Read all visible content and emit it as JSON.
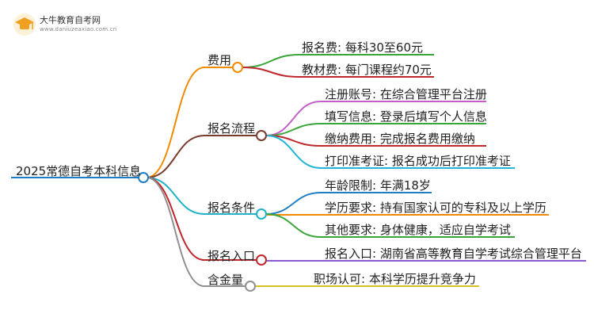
{
  "watermark": {
    "site_name": "大牛教育自考网",
    "site_url": "www.daniuzeaxiao.com.cn",
    "logo_icon": "graduation-cap-icon",
    "logo_color": "#f0a020"
  },
  "root": {
    "label": "2025常德自考本科信息",
    "color": "#1f7ec2"
  },
  "branches": [
    {
      "id": "fee",
      "label": "费用",
      "color": "#f08a00",
      "items": [
        {
          "label": "报名费: 每科30至60元",
          "color": "#3aa53a"
        },
        {
          "label": "教材费: 每门课程约70元",
          "color": "#c0272d"
        }
      ]
    },
    {
      "id": "process",
      "label": "报名流程",
      "color": "#7a3b2e",
      "items": [
        {
          "label": "注册账号: 在综合管理平台注册",
          "color": "#c060c8"
        },
        {
          "label": "填写信息: 登录后填写个人信息",
          "color": "#3aa53a"
        },
        {
          "label": "缴纳费用: 完成报名费用缴纳",
          "color": "#c0272d"
        },
        {
          "label": "打印准考证: 报名成功后打印准考证",
          "color": "#22b5d6"
        }
      ]
    },
    {
      "id": "conditions",
      "label": "报名条件",
      "color": "#1fb2c8",
      "items": [
        {
          "label": "年龄限制: 年满18岁",
          "color": "#1f7ec2"
        },
        {
          "label": "学历要求: 持有国家认可的专科及以上学历",
          "color": "#f08a00"
        },
        {
          "label": "其他要求: 身体健康，适应自学考试",
          "color": "#3aa53a"
        }
      ]
    },
    {
      "id": "entry",
      "label": "报名入口",
      "color": "#c0272d",
      "items": [
        {
          "label": "报名入口: 湖南省高等教育自学考试综合管理平台",
          "color": "#8a5ad0"
        }
      ]
    },
    {
      "id": "value",
      "label": "含金量",
      "color": "#909090",
      "items": [
        {
          "label": "职场认可: 本科学历提升竞争力",
          "color": "#d4c020"
        }
      ]
    }
  ]
}
